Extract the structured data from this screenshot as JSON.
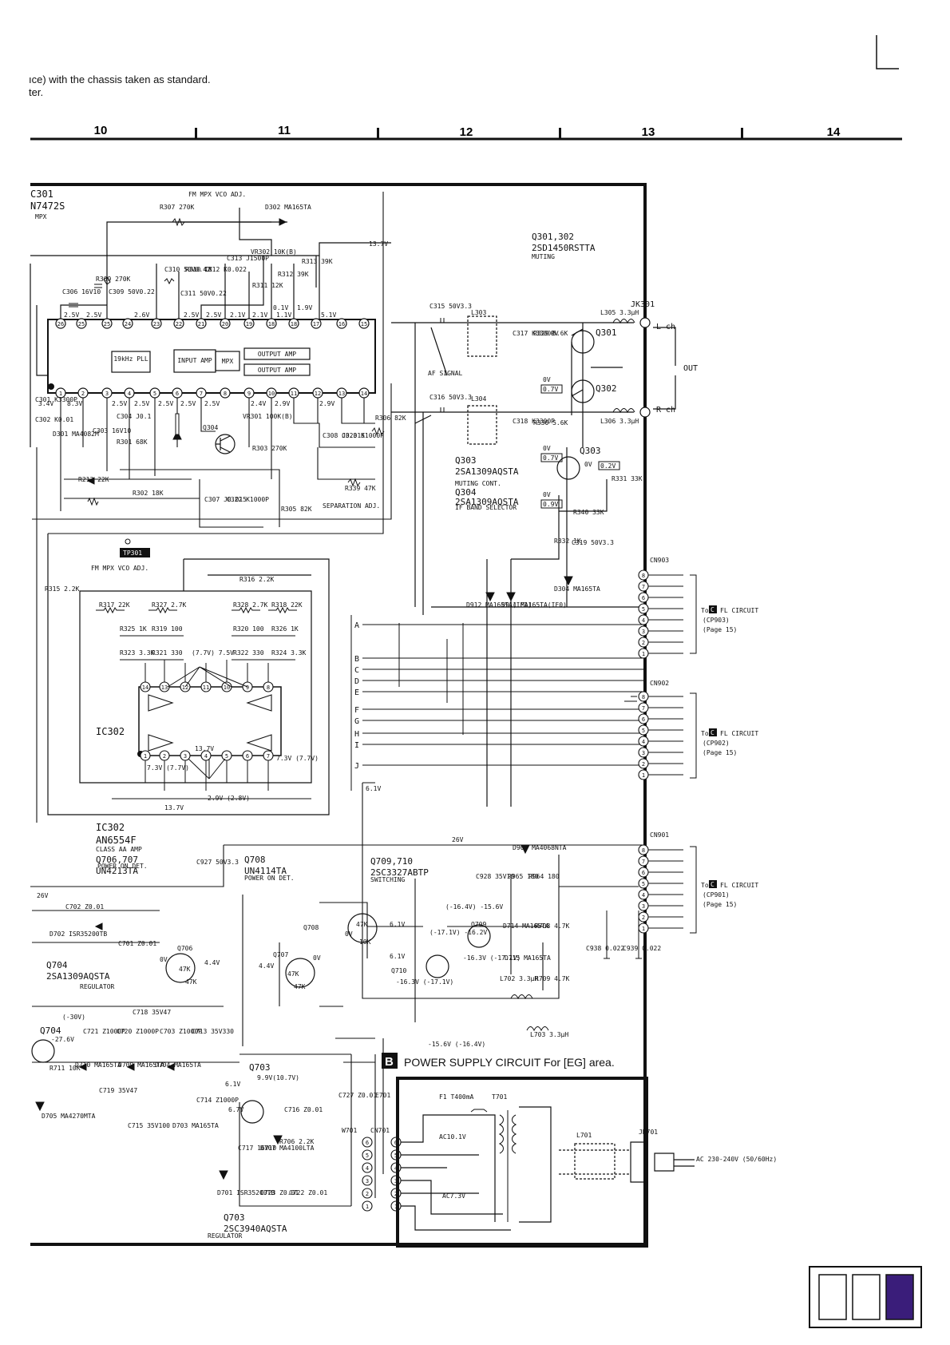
{
  "header": {
    "line1": "ıce) with the chassis taken as standard.",
    "line2": "ter."
  },
  "grid_columns": [
    "10",
    "11",
    "12",
    "13",
    "14"
  ],
  "ic301": {
    "ref": "C301",
    "part": "N7472S",
    "func": "MPX",
    "blocks": [
      "19kHz PLL",
      "INPUT AMP",
      "MPX",
      "OUTPUT AMP",
      "OUTPUT AMP"
    ],
    "top_pins": [
      "26",
      "25",
      "24",
      "23",
      "22",
      "21",
      "20",
      "19",
      "18",
      "17",
      "16",
      "15"
    ],
    "bottom_pins": [
      "1",
      "2",
      "3",
      "4",
      "5",
      "6",
      "7",
      "8",
      "9",
      "10",
      "11",
      "12",
      "13",
      "14"
    ],
    "top_volts": [
      "2.5V",
      "2.5V",
      "2.6V",
      "2.5V",
      "2.5V",
      "2.1V",
      "2.1V",
      "1.1V",
      "0.1V",
      "1.9V",
      "5.1V"
    ],
    "bottom_volts": [
      "3.4V",
      "8.3V",
      "2.5V",
      "2.5V",
      "2.5V",
      "2.5V",
      "2.5V",
      "2.4V",
      "2.9V",
      "2.9V"
    ]
  },
  "top_labels": {
    "fm_mpx_vco": "FM MPX VCO ADJ.",
    "r307": "R307 270K",
    "d302": "D302 MA165TA",
    "v137": "13.7V",
    "r309": "R309 270K",
    "c306": "C306 16V10",
    "c309": "C309 50V0.22",
    "c310": "C310 50V0.47",
    "r310": "R310 1K",
    "c311": "C311 50V0.22",
    "c312": "C312 K0.022",
    "c313": "C313 J1500P",
    "vr302": "VR302 10K(B)",
    "r311": "R311 12K",
    "r312": "R312 39K",
    "r313": "R313 39K",
    "c301": "C301 K3300P",
    "c302": "C302 K0.01",
    "c303": "C303 16V10",
    "c304": "C304 J0.1",
    "r301": "R301 68K",
    "d301": "D301 MA4082M",
    "r213": "R213 22K",
    "r302": "R302 18K",
    "q304": "Q304",
    "vr301": "VR301 100K(B)",
    "r303": "R303 270K",
    "c307": "C307 J0.015",
    "c322": "C322 K1000P",
    "r305": "R305 82K",
    "c308": "C308 J0.015",
    "c323": "C323 K1000P",
    "r306": "R306 82K",
    "r339": "R339 47K",
    "separation": "SEPARATION ADJ.",
    "tp301": "TP301",
    "tp301_label": "FM MPX VCO ADJ.",
    "r315": "R315 2.2K",
    "r316": "R316 2.2K"
  },
  "ic302": {
    "ref": "IC302",
    "part": "AN6554F",
    "func": "CLASS AA AMP",
    "r317": "R317 22K",
    "r327": "R327 2.7K",
    "r325": "R325 1K",
    "r319": "R319 100",
    "r323": "R323 3.3K",
    "r321": "R321 330",
    "r328": "R328 2.7K",
    "r318": "R318 22K",
    "r320": "R320 100",
    "r326": "R326 1K",
    "r322": "R322 330",
    "r324": "R324 3.3K",
    "v_mid": "(7.7V) 7.5V",
    "v_low1": "7.3V (7.7V)",
    "v_low2": "7.3V (7.7V)",
    "v_13": "13.7V",
    "v_29": "2.9V (2.8V)",
    "pins_top": [
      "14",
      "13",
      "12",
      "11",
      "10",
      "9",
      "8"
    ],
    "pins_bottom": [
      "1",
      "2",
      "3",
      "4",
      "5",
      "6",
      "7"
    ]
  },
  "muting": {
    "q301_302": "Q301,302",
    "q301_302_part": "2SD1450RSTTA",
    "q301_302_func": "MUTING",
    "c315": "C315 50V3.3",
    "c316": "C316 50V3.3",
    "l303": "L303",
    "l304": "L304",
    "c317": "C317 K3300P",
    "c318": "C318 K3300P",
    "r329": "R329 5.6K",
    "r330": "R330 5.6K",
    "af_signal": "AF SIGNAL",
    "q301": "Q301",
    "q302": "Q302",
    "v0": "0V",
    "v07": "0.7V",
    "l305": "L305 3.3μH",
    "l306": "L306 3.3μH",
    "jk301": "JK301",
    "lch": "L ch",
    "rch": "R ch",
    "out": "OUT",
    "q303": "Q303",
    "q303_part": "2SA1309AQSTA",
    "q303_func": "MUTING CONT.",
    "q304_part": "2SA1309AQSTA",
    "q304_name": "Q304",
    "q304_func": "IF BAND SELECTOR",
    "v02": "0.2V",
    "v09": "0.9V",
    "r331": "R331 33K",
    "r340": "R340 33K",
    "c319": "C319 50V3.3",
    "r332": "R332 1K",
    "d304": "D304 MA165TA",
    "d912": "D912 MA165TA(IF1)",
    "d911": "D911 MA165TA(IF0)"
  },
  "connectors": [
    {
      "name": "CN903",
      "to": "To",
      "badge": "C",
      "circuit": "FL CIRCUIT",
      "cp": "(CP903)",
      "page": "(Page 15)"
    },
    {
      "name": "CN902",
      "to": "To",
      "badge": "C",
      "circuit": "FL CIRCUIT",
      "cp": "(CP902)",
      "page": "(Page 15)"
    },
    {
      "name": "CN901",
      "to": "To",
      "badge": "C",
      "circuit": "FL CIRCUIT",
      "cp": "(CP901)",
      "page": "(Page 15)"
    }
  ],
  "connector_pins": [
    "8",
    "7",
    "6",
    "5",
    "4",
    "3",
    "2",
    "1"
  ],
  "bus_letters": [
    "A",
    "B",
    "C",
    "D",
    "E",
    "F",
    "G",
    "H",
    "I",
    "J"
  ],
  "power": {
    "v61": "6.1V",
    "v26": "26V",
    "q706_707": "Q706,707",
    "q706_707_part": "UN4213TA",
    "q706_707_func": "POWER ON DET.",
    "c927": "C927 50V3.3",
    "q708_title": "Q708",
    "q708_part": "UN4114TA",
    "q708_func": "POWER ON DET.",
    "q709_710": "Q709,710",
    "q709_710_part": "2SC3327ABTP",
    "q709_710_func": "SWITCHING",
    "d904": "D904 MA4068NTA",
    "c928": "C928 35V10",
    "r965": "R965 180",
    "r964": "R964 180",
    "c702": "C702 Z0.01",
    "d702": "D702 ISR35200TB",
    "c701": "C701 Z0.01",
    "q706": "Q706",
    "q707": "Q707",
    "q708": "Q708",
    "q709": "Q709",
    "q710": "Q710",
    "v0": "0V",
    "v44": "4.4V",
    "r47k": "47K",
    "r10k": "10K",
    "v_164": "(-16.4V) -15.6V",
    "v_171": "(-17.1V) -16.2V",
    "v_163": "-16.3V (-17.1V)",
    "v_163b": "-16.3V (-17.1V)",
    "d714": "D714 MA165TA",
    "r708": "R708 4.7K",
    "d715": "D715 MA165TA",
    "l702": "L702 3.3μH",
    "r709": "R709 4.7K",
    "c938": "C938 0.022",
    "c939": "C939 0.022",
    "l703": "L703 3.3μH",
    "v_156": "-15.6V (-16.4V)",
    "q704": "Q704",
    "q704_part": "2SA1309AQSTA",
    "q704_func": "REGULATOR",
    "c718": "C718 35V47",
    "v30": "(-30V)",
    "v276": "-27.6V",
    "c721": "C721 Z1000P",
    "c720": "C720 Z1000P",
    "c703": "C703 Z1000P",
    "c713": "C713 35V330",
    "d710": "D710 MA165TA",
    "d709": "D709 MA165TA",
    "d704": "D704 MA165TA",
    "r711": "R711 10K",
    "d705": "D705 MA4270MTA",
    "c719": "C719 35V47",
    "c715": "C715 35V100",
    "d703": "D703 MA165TA",
    "c714": "C714 Z1000P",
    "q703": "Q703",
    "v99": "9.9V(10.7V)",
    "v67": "6.7V",
    "c716": "C716 Z0.01",
    "c717": "C717 16V10",
    "d707": "D707 MA4100LTA",
    "r706": "R706 2.2K",
    "d701": "D701 ISR35200TB",
    "c723": "C723 Z0.01",
    "c722": "C722 Z0.01",
    "q703_title": "Q703",
    "q703_part": "2SC3940AQSTA",
    "q703_func": "REGULATOR",
    "c727": "C727 Z0.01",
    "e701": "E701",
    "w701": "W701",
    "cn701": "CN701",
    "cn701_pins": [
      "6",
      "5",
      "4",
      "3",
      "2",
      "1"
    ]
  },
  "psu": {
    "badge": "B",
    "title": "POWER SUPPLY CIRCUIT For [EG] area.",
    "f1": "F1 T400mA",
    "t701": "T701",
    "ac101": "AC10.1V",
    "ac73": "AC7.3V",
    "l701": "L701",
    "jk701": "JK701",
    "ac_in": "AC 230-240V (50/60Hz)"
  },
  "colors": {
    "ink": "#111111",
    "gray_line": "#777777",
    "nav_active": "#3a1d7a"
  }
}
